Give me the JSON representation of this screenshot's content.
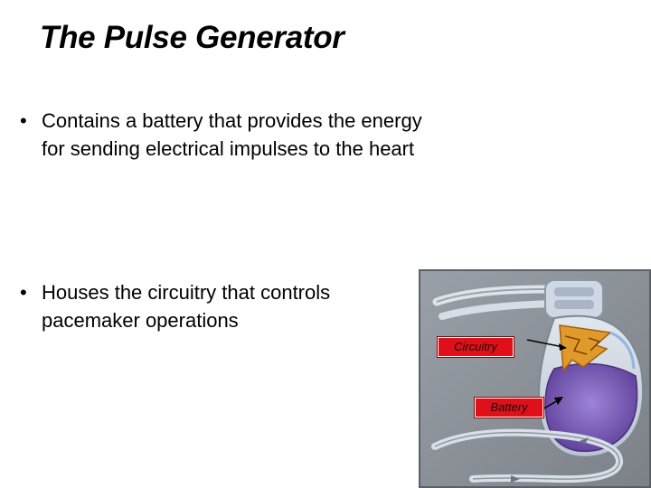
{
  "slide": {
    "title": "The Pulse Generator",
    "bullets": [
      "Contains a battery that provides the energy for sending electrical impulses to the heart",
      "Houses the circuitry that controls pacemaker operations"
    ],
    "bullet_glyph": "•"
  },
  "figure": {
    "labels": {
      "circuitry": "Circuitry",
      "battery": "Battery"
    },
    "colors": {
      "background": "#8a8f96",
      "casing": "#c9d1dc",
      "battery": "#7b5bb8",
      "circuitry": "#e09a2a",
      "callout": "#e0101a"
    }
  }
}
